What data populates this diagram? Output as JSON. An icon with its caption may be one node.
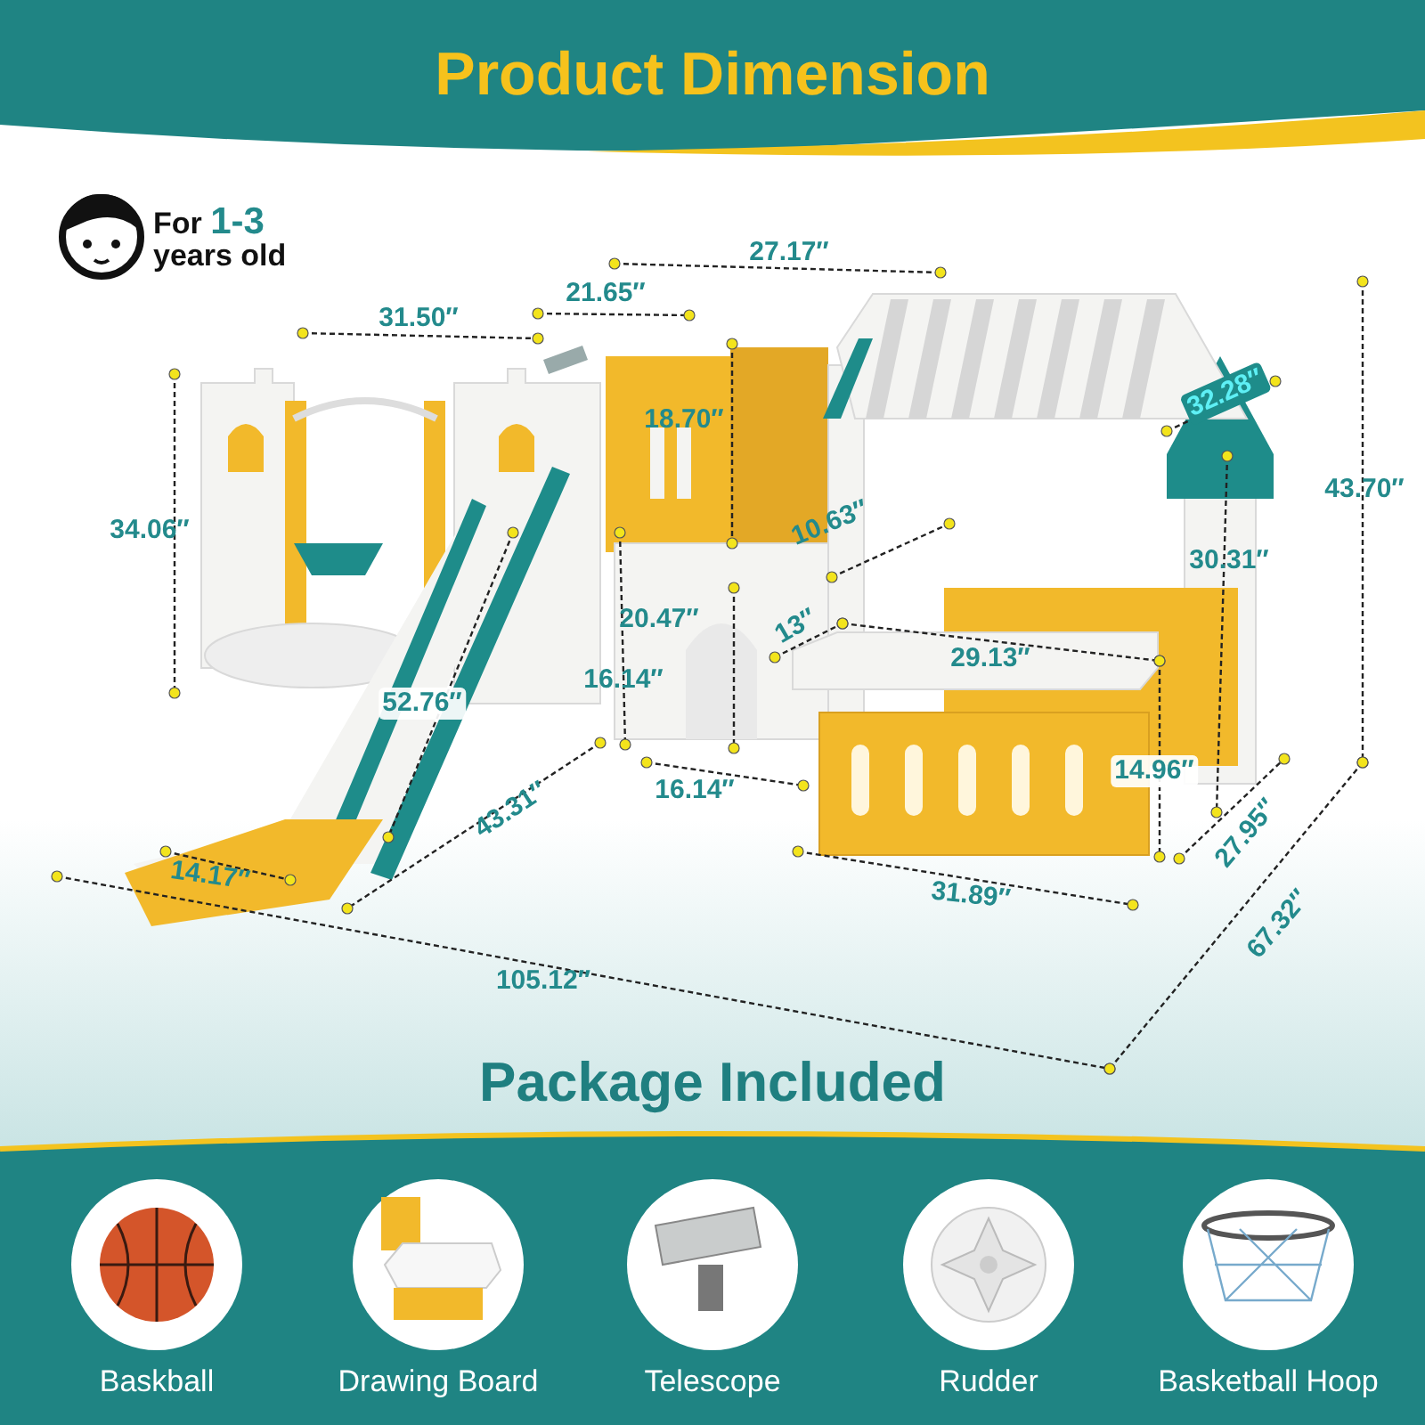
{
  "diagram": {
    "title": "Product Dimension",
    "labels": [
      "For **1-3** years old",
      "27.17″",
      "21.65″",
      "31.50″",
      "18.70″",
      "32.28″",
      "43.70″",
      "34.06″",
      "10.63″",
      "30.31″",
      "20.47″",
      "13″",
      "16.14″",
      "29.13″",
      "52.76″",
      "16.14″",
      "14.96″",
      "43.31″",
      "27.95″",
      "14.17″",
      "31.89″",
      "67.32″",
      "105.12″",
      "Package Included",
      "Baskball",
      "Drawing Board",
      "Telescope",
      "Rudder",
      "Basketball Hoop"
    ]
  }
}
